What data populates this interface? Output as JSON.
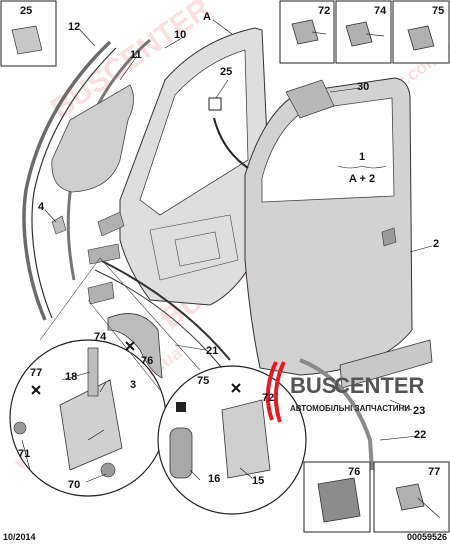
{
  "diagram": {
    "date_code": "10/2014",
    "ref_code": "00059526",
    "callout": {
      "top": "1",
      "bottom": "A + 2"
    },
    "part_labels": {
      "a": "A",
      "n2": "2",
      "n3": "3",
      "n4": "4",
      "n10": "10",
      "n11": "11",
      "n12": "12",
      "n15": "15",
      "n16": "16",
      "n18": "18",
      "n21": "21",
      "n22": "22",
      "n23": "23",
      "n25": "25",
      "n30": "30",
      "n70": "70",
      "n71": "71",
      "n72": "72",
      "n74": "74",
      "n75": "75",
      "n76": "76",
      "n77": "77"
    },
    "inset_boxes": {
      "b25": "25",
      "b72": "72",
      "b74": "74",
      "b75": "75",
      "b76": "76",
      "b77": "77"
    },
    "watermark": {
      "brand_left": "BUS",
      "brand_right": "CENTER",
      "tagline": "АВТОМОБІЛЬНІ ЗАПЧАСТИНИ",
      "repeat_a": "BUSCENTER",
      "repeat_b": "www.buscenter.com.ua"
    },
    "colors": {
      "metal": "#d9d9d9",
      "shade": "#b5b5b5",
      "dark": "#6b6b6b",
      "brand_red": "#e31b23"
    }
  }
}
